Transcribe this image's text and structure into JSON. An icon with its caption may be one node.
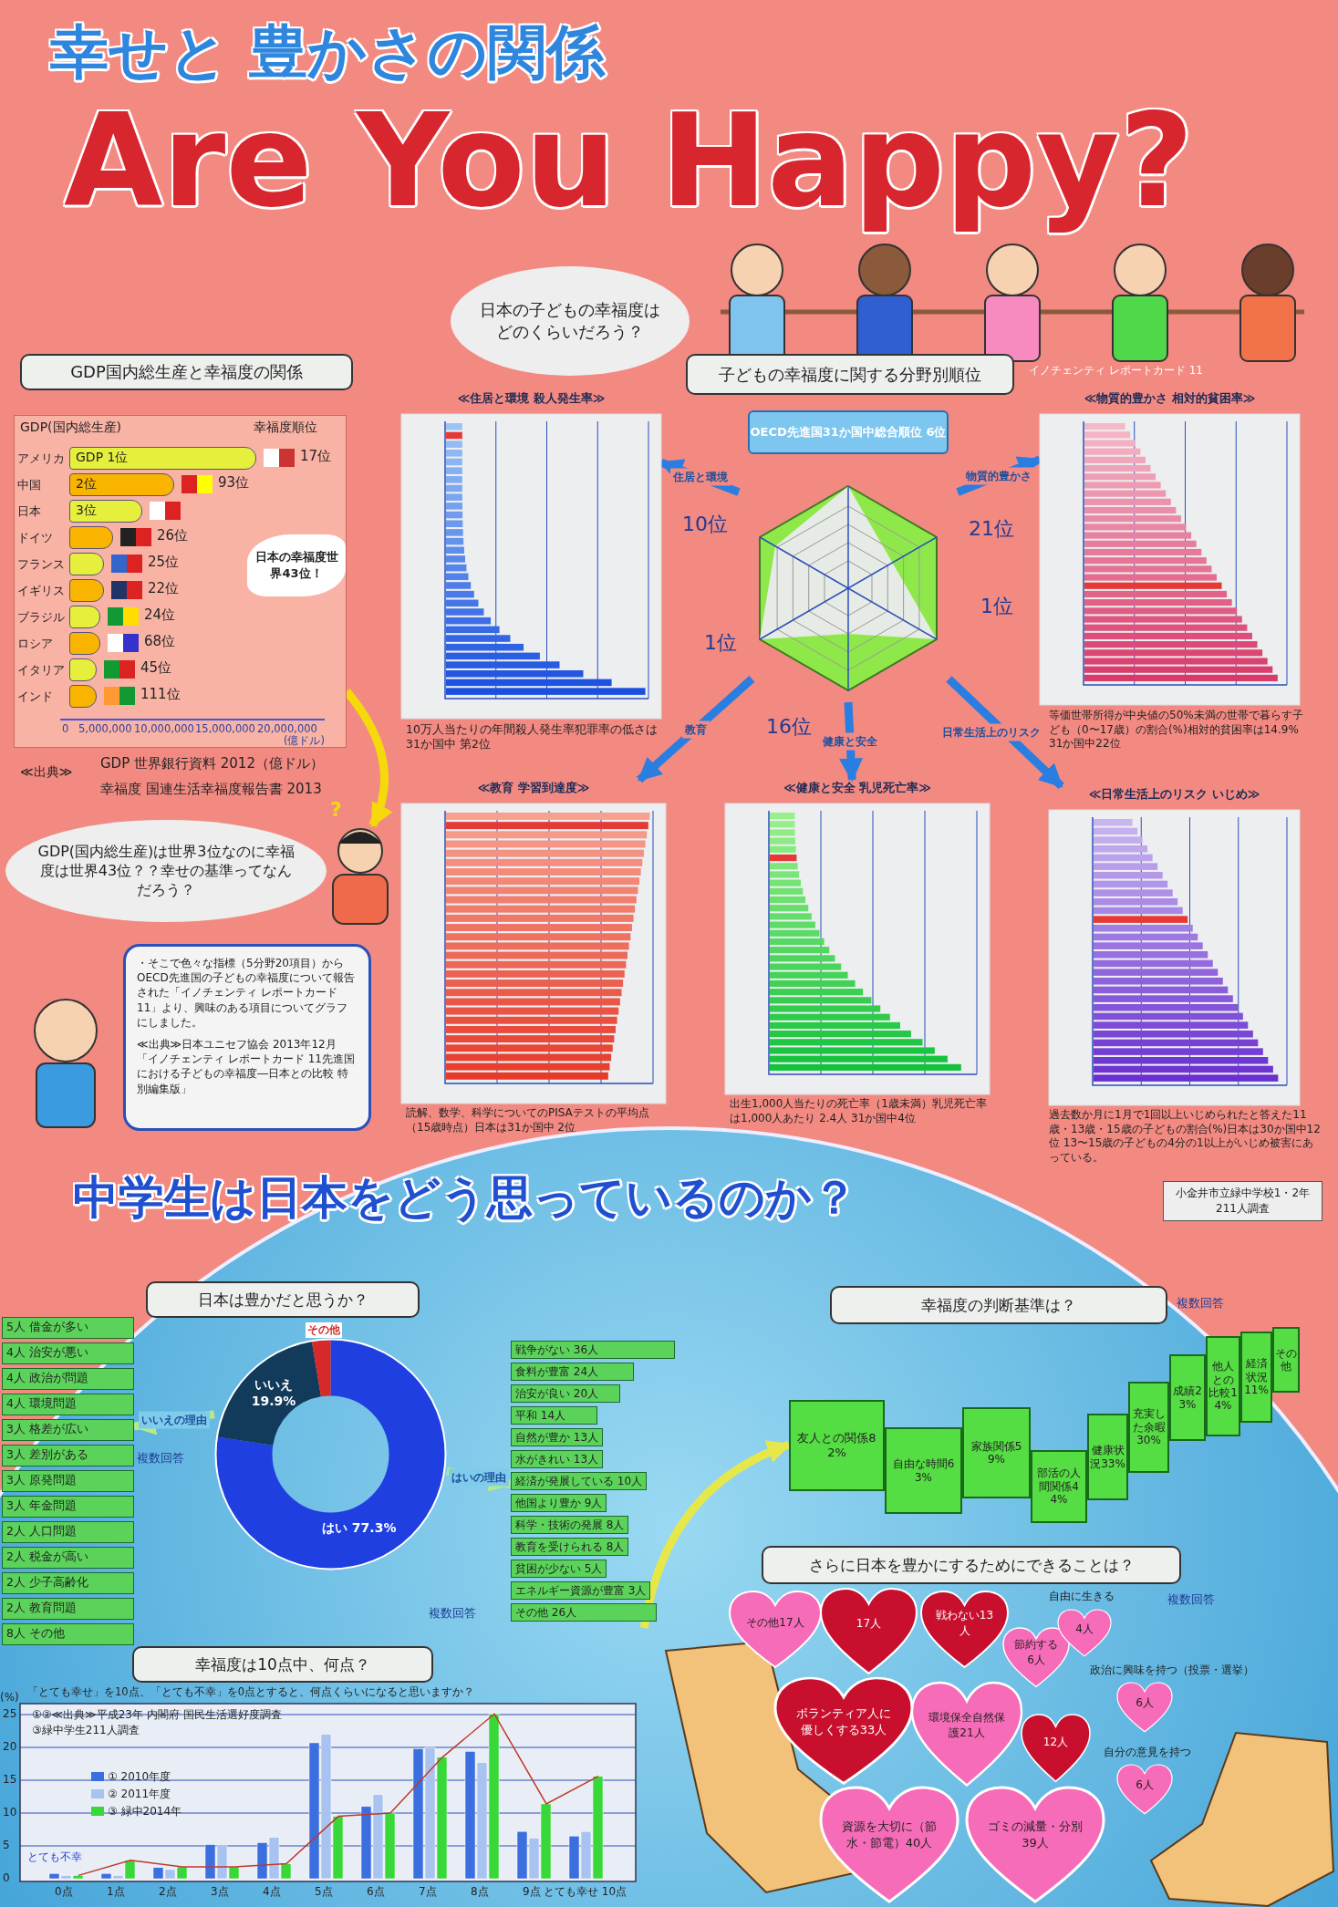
{
  "diagram": {
    "title": "幸せと 豊かさの関係",
    "nodes": [
      {
        "text": [
          "日本の子どもの幸福度はどのくらいだろう？"
        ]
      },
      {
        "text": [
          "GDP国内総生産と幸福度の関係"
        ]
      },
      {
        "text": [
          "GDP(国内総生産)",
          "幸福度順位",
          "アメリカ",
          "GDP 1位",
          "17位",
          "中国",
          "2位",
          "93位",
          "日本",
          "3位",
          "ドイツ",
          "26位",
          "フランス",
          "25位",
          "イギリス",
          "22位",
          "ブラジル",
          "24位",
          "ロシア",
          "68位",
          "イタリア",
          "45位",
          "インド",
          "111位",
          "0",
          "5,000,000",
          "10,000,000",
          "15,000,000",
          "20,000,000",
          "(億ドル)"
        ]
      },
      {
        "text": [
          "日本の幸福度世界43位！"
        ],
        "in": 2
      },
      {
        "text": [
          "GDP(国内総生産)は世界3位なのに幸福度は世界43位？？幸せの基準ってなんだろう？"
        ]
      },
      {
        "text": [],
        "shape": "person",
        "beside": [
          "?"
        ]
      },
      {
        "text": [
          "・そこで色々な指標（5分野20項目）からOECD先進国の子どもの幸福度について報告された「イノチェンティ レポートカード 11」より、興味のある項目についてグラフにしました。",
          "≪出典≫日本ユニセフ協会 2013年12月「イノチェンティ レポートカード 11先進国における子どもの幸福度―日本との比較 特別編集版」"
        ]
      },
      {
        "text": [
          "子どもの幸福度に関する分野別順位"
        ]
      },
      {
        "text": [
          "OECD先進国31か国中総合順位 6位"
        ]
      },
      {
        "text": [
          "≪住居と環境 殺人発生率≫"
        ],
        "beside": [
          "10万人当たりの年間殺人発生率犯罪率の低さは31か国中 第2位"
        ]
      },
      {
        "text": [
          "≪物質的豊かさ 相対的貧困率≫"
        ],
        "beside": [
          "等価世帯所得が中央値の50%未満の世帯で暮らす子ども（0〜17歳）の割合(%)相対的貧困率は14.9% 31か国中22位"
        ]
      },
      {
        "text": [
          "≪教育 学習到達度≫"
        ],
        "beside": [
          "読解、数学、科学についてのPISAテストの平均点（15歳時点）日本は31か国中 2位"
        ]
      },
      {
        "text": [
          "≪健康と安全 乳児死亡率≫"
        ],
        "beside": [
          "出生1,000人当たりの死亡率（1歳未満）乳児死亡率は1,000人あたり 2.4人 31か国中4位"
        ]
      },
      {
        "text": [
          "≪日常生活上のリスク いじめ≫"
        ],
        "beside": [
          "過去数か月に1月で1回以上いじめられたと答えた11歳・13歳・15歳の子どもの割合(%)日本は30か国中12位 13〜15歳の子どもの4分の1以上がいじめ被害にあっている。"
        ]
      },
      {
        "text": [
          "日本は豊かだと思うか？"
        ]
      },
      {
        "text": [
          "その他",
          "いいえ19.9%",
          "はい 77.3%"
        ]
      },
      {
        "text": [
          "5人 借金が多い",
          "4人 治安が悪い",
          "4人 政治が問題",
          "4人 環境問題",
          "3人 格差が広い",
          "3人 差別がある",
          "3人 原発問題",
          "3人 年金問題",
          "2人 人口問題",
          "2人 税金が高い",
          "2人 少子高齢化",
          "2人 教育問題",
          "8人 その他"
        ]
      },
      {
        "text": [
          "戦争がない 36人",
          "食料が豊富 24人",
          "治安が良い 20人",
          "平和 14人",
          "自然が豊か 13人",
          "水がきれい 13人",
          "経済が発展している 10人",
          "他国より豊か 9人",
          "科学・技術の発展 8人",
          "教育を受けられる 8人",
          "貧困が少ない 5人",
          "エネルギー資源が豊富 3人",
          "その他 26人"
        ]
      },
      {
        "text": [
          "幸福度の判断基準は？"
        ]
      },
      {
        "text": [
          "友人との関係82%",
          "自由な時間63%",
          "家族関係59%",
          "部活の人間関係44%",
          "健康状況33%",
          "充実した余暇30%",
          "成績23%",
          "他人との比較14%",
          "経済状況11%",
          "その他"
        ]
      },
      {
        "text": [
          "さらに日本を豊かにするためにできることは？"
        ]
      },
      {
        "text": [
          "その他17人"
        ]
      },
      {
        "text": [
          "17人"
        ]
      },
      {
        "text": [
          "戦わない13人"
        ]
      },
      {
        "text": [
          "節約する6人"
        ]
      },
      {
        "text": [
          "4人"
        ],
        "beside": [
          "自由に生きる"
        ]
      },
      {
        "text": [
          "6人"
        ],
        "beside": [
          "政治に興味を持つ（投票・選挙）"
        ]
      },
      {
        "text": [
          "6人"
        ],
        "beside": [
          "自分の意見を持つ"
        ]
      },
      {
        "text": [
          "ボランティア人に優しくする33人"
        ]
      },
      {
        "text": [
          "環境保全自然保護21人"
        ]
      },
      {
        "text": [
          "12人"
        ]
      },
      {
        "text": [
          "資源を大切に（節水・節電）40人"
        ]
      },
      {
        "text": [
          "ゴミの減量・分別39人"
        ]
      },
      {
        "text": [
          "幸福度は10点中、何点？"
        ],
        "beside": [
          "「とても幸せ」を10点、「とても不幸」を0点とすると、何点くらいになると思いますか？"
        ]
      }
    ],
    "edges": [
      {
        "from": 8,
        "to": 9,
        "arrow": "to",
        "label": "住居と環境"
      },
      {
        "from": 8,
        "to": 10,
        "arrow": "to",
        "label": "物質的豊かさ"
      },
      {
        "from": 8,
        "to": 11,
        "arrow": "to",
        "label": "教育"
      },
      {
        "from": 8,
        "to": 12,
        "arrow": "to",
        "label": "健康と安全"
      },
      {
        "from": 8,
        "to": 13,
        "arrow": "to",
        "label": "日常生活上のリスク"
      },
      {
        "from": 2,
        "to": 5,
        "arrow": "to",
        "color": "#f5d90a"
      },
      {
        "from": 15,
        "to": 16,
        "arrow": "to",
        "label": "いいえの理由",
        "color": "#b5e98a"
      },
      {
        "from": 15,
        "to": 17,
        "arrow": "to",
        "label": "はいの理由",
        "color": "#b5e98a"
      },
      {
        "from": 17,
        "to": 19,
        "arrow": "to",
        "color": "#e6e84a"
      }
    ],
    "labels": [
      "Are You Happy?",
      "イノチェンティ レポートカード 11",
      "≪出典≫",
      "GDP 世界銀行資料 2012（億ドル）",
      "幸福度 国連生活幸福度報告書 2013",
      "10位",
      "21位",
      "1位",
      "1位",
      "16位",
      "中学生は日本をどう思っているのか？",
      "小金井市立緑中学校1・2年 211人調査",
      "複数回答",
      "複数回答",
      "複数回答",
      "複数回答",
      "①②≪出典≫平成23年 内閣府 国民生活選好度調査",
      "③緑中学生211人調査",
      "(%)",
      "0",
      "5",
      "10",
      "15",
      "20",
      "25",
      "とても不幸",
      "0点",
      "1点",
      "2点",
      "3点",
      "4点",
      "5点",
      "6点",
      "7点",
      "8点",
      "9点",
      "とても幸せ 10点"
    ],
    "legend": [
      {
        "text": "① 2010年度",
        "color": "#3b6fe0"
      },
      {
        "text": "② 2011年度",
        "color": "#a9c3f0"
      },
      {
        "text": "③ 緑中2014年",
        "color": "#39d839"
      }
    ]
  }
}
